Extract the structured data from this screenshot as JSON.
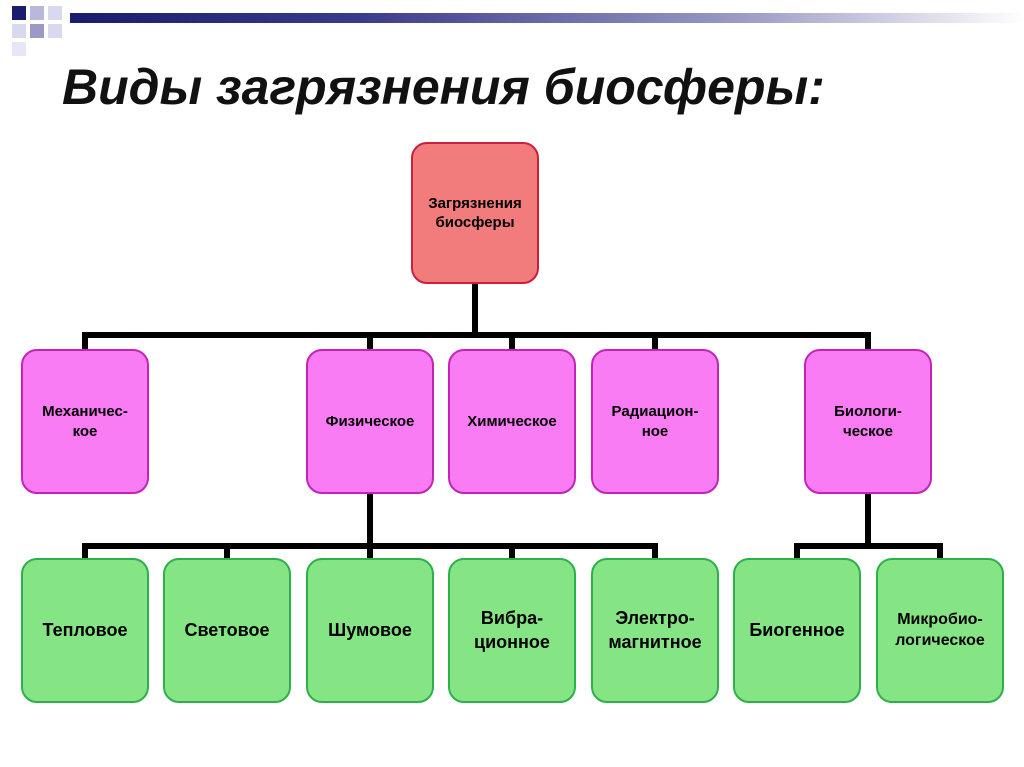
{
  "title": "Виды загрязнения биосферы:",
  "root": "Загрязнения\nбиосферы",
  "categories": [
    {
      "id": "mechanical",
      "label": "Механичес-\nкое"
    },
    {
      "id": "physical",
      "label": "Физическое"
    },
    {
      "id": "chemical",
      "label": "Химическое"
    },
    {
      "id": "radiation",
      "label": "Радиацион-\nное"
    },
    {
      "id": "biological",
      "label": "Биологи-\nческое"
    }
  ],
  "physical_types": [
    {
      "id": "thermal",
      "label": "Тепловое"
    },
    {
      "id": "light",
      "label": "Световое"
    },
    {
      "id": "noise",
      "label": "Шумовое"
    },
    {
      "id": "vibration",
      "label": "Вибра-\nционное"
    },
    {
      "id": "electromagnetic",
      "label": "Электро-\nмагнитное"
    }
  ],
  "biological_types": [
    {
      "id": "biogenic",
      "label": "Биогенное"
    },
    {
      "id": "microbiological",
      "label": "Микробио-\nлогическое"
    }
  ],
  "colors": {
    "root_fill": "#f27b7b",
    "root_border": "#cc1f3c",
    "category_fill": "#f97cf4",
    "category_border": "#c424b6",
    "leaf_fill": "#85e585",
    "leaf_border": "#2db04a",
    "connector": "#000000"
  }
}
